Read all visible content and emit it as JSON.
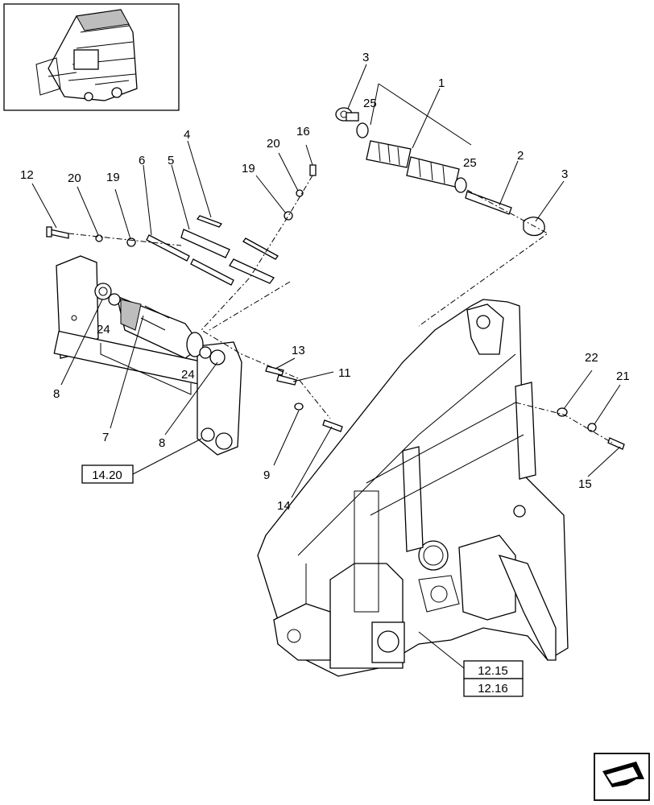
{
  "callouts": [
    {
      "id": "c1",
      "text": "1"
    },
    {
      "id": "c2",
      "text": "2"
    },
    {
      "id": "c3a",
      "text": "3"
    },
    {
      "id": "c3b",
      "text": "3"
    },
    {
      "id": "c4",
      "text": "4"
    },
    {
      "id": "c5",
      "text": "5"
    },
    {
      "id": "c6",
      "text": "6"
    },
    {
      "id": "c7",
      "text": "7"
    },
    {
      "id": "c8a",
      "text": "8"
    },
    {
      "id": "c8b",
      "text": "8"
    },
    {
      "id": "c9",
      "text": "9"
    },
    {
      "id": "c11",
      "text": "11"
    },
    {
      "id": "c12",
      "text": "12"
    },
    {
      "id": "c13",
      "text": "13"
    },
    {
      "id": "c14",
      "text": "14"
    },
    {
      "id": "c15",
      "text": "15"
    },
    {
      "id": "c16",
      "text": "16"
    },
    {
      "id": "c19a",
      "text": "19"
    },
    {
      "id": "c19b",
      "text": "19"
    },
    {
      "id": "c20a",
      "text": "20"
    },
    {
      "id": "c20b",
      "text": "20"
    },
    {
      "id": "c21",
      "text": "21"
    },
    {
      "id": "c22",
      "text": "22"
    },
    {
      "id": "c24a",
      "text": "24"
    },
    {
      "id": "c24b",
      "text": "24"
    },
    {
      "id": "c25a",
      "text": "25"
    },
    {
      "id": "c25b",
      "text": "25"
    }
  ],
  "references": [
    {
      "id": "r1420",
      "text": "14.20"
    },
    {
      "id": "r1215",
      "text": "12.15"
    },
    {
      "id": "r1216",
      "text": "12.16"
    }
  ],
  "nav_icon": "next-page-arrow-icon"
}
